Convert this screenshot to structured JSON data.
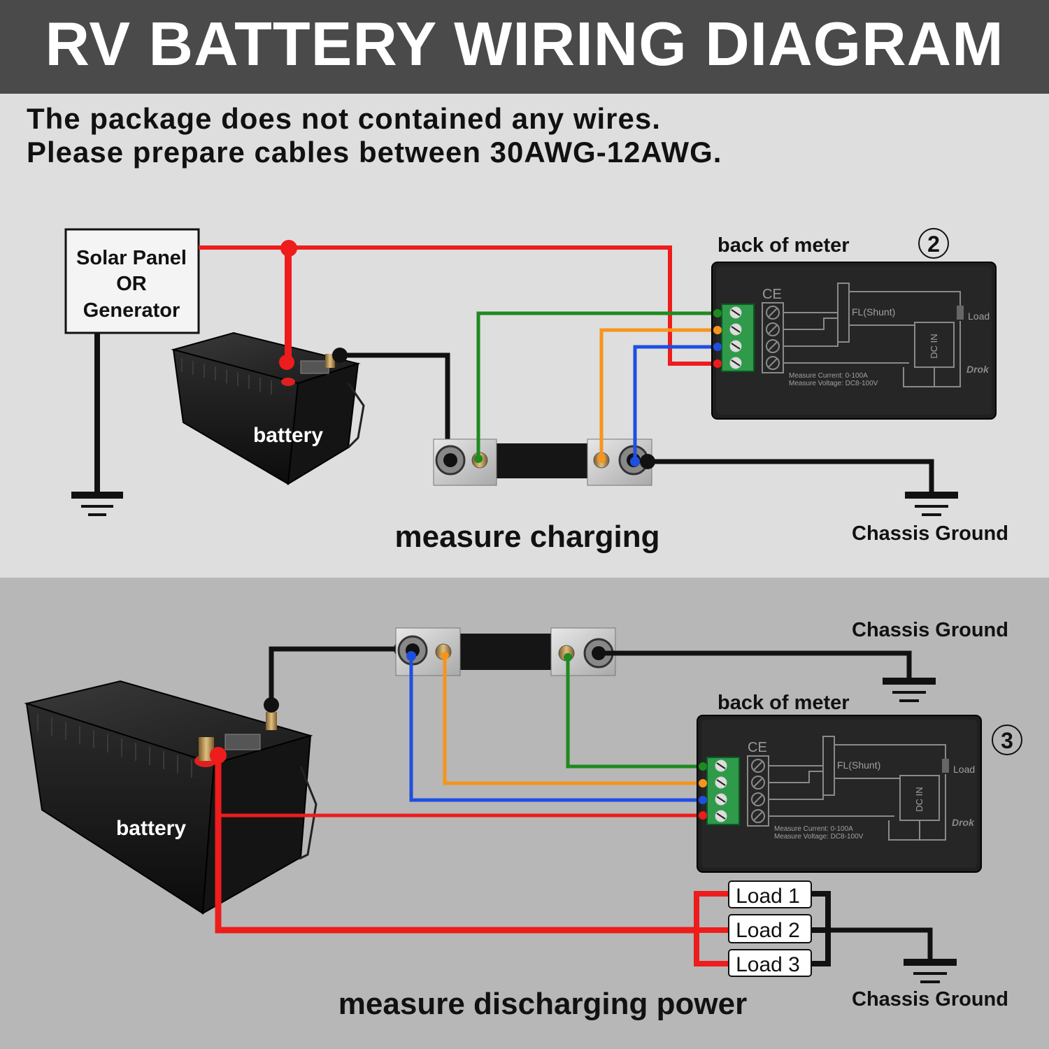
{
  "title": "RV BATTERY WIRING DIAGRAM",
  "note": {
    "line1": "The package does not contained any wires.",
    "line2": "Please prepare cables between 30AWG-12AWG."
  },
  "top": {
    "source_label": [
      "Solar Panel",
      "OR",
      "Generator"
    ],
    "battery_label": "battery",
    "meter_caption": "back of meter",
    "meter_number": "2",
    "caption": "measure charging",
    "ground_label": "Chassis Ground"
  },
  "bottom": {
    "battery_label": "battery",
    "meter_caption": "back of meter",
    "meter_number": "3",
    "ground_label_top": "Chassis Ground",
    "ground_label_bottom": "Chassis Ground",
    "loads": [
      "Load 1",
      "Load 2",
      "Load 3"
    ],
    "caption": "measure discharging power"
  },
  "meter": {
    "shunt_label": "FL(Shunt)",
    "load_label": "Load",
    "dcin_label": "DC IN",
    "spec_current": "Measure Current: 0-100A",
    "spec_voltage": "Measure Voltage: DC8-100V",
    "brand": "Drok",
    "cert": "CE"
  },
  "wire_colors": {
    "positive": "#ee1c1c",
    "negative": "#111111",
    "green": "#1f8a1f",
    "orange": "#f7941d",
    "blue": "#1f4fe0"
  }
}
